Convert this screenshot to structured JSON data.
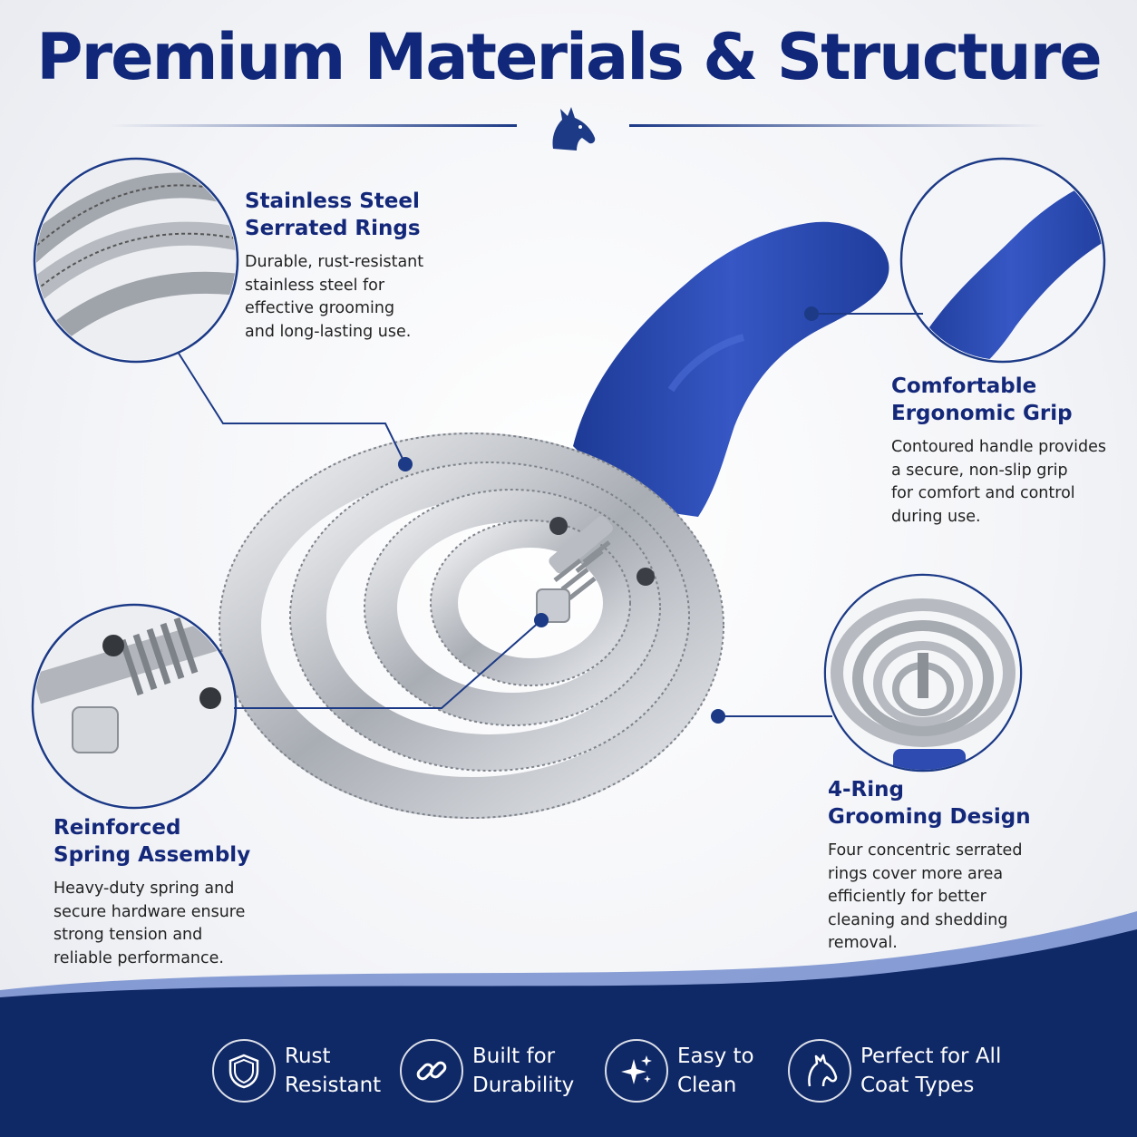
{
  "title": "Premium Materials & Structure",
  "features": {
    "steel": {
      "heading_line1": "Stainless Steel",
      "heading_line2": "Serrated Rings",
      "body": [
        "Durable, rust-resistant",
        "stainless steel for",
        "effective grooming",
        "and long-lasting use."
      ]
    },
    "grip": {
      "heading_line1": "Comfortable",
      "heading_line2": "Ergonomic Grip",
      "body": [
        "Contoured handle provides",
        "a secure, non-slip grip",
        "for comfort and control",
        "during use."
      ]
    },
    "spring": {
      "heading_line1": "Reinforced",
      "heading_line2": "Spring Assembly",
      "body": [
        "Heavy-duty spring and",
        "secure hardware ensure",
        "strong tension and",
        "reliable performance."
      ]
    },
    "rings": {
      "heading_line1": "4-Ring",
      "heading_line2": "Grooming Design",
      "body": [
        "Four concentric serrated",
        "rings cover more area",
        "efficiently for better",
        "cleaning and shedding",
        "removal."
      ]
    }
  },
  "badges": [
    {
      "icon": "shield-icon",
      "line1": "Rust",
      "line2": "Resistant"
    },
    {
      "icon": "chain-link-icon",
      "line1": "Built for",
      "line2": "Durability"
    },
    {
      "icon": "sparkle-icon",
      "line1": "Easy to",
      "line2": "Clean"
    },
    {
      "icon": "horse-head-icon",
      "line1": "Perfect for All",
      "line2": "Coat Types"
    }
  ],
  "colors": {
    "brand_navy": "#10277a",
    "handle_blue": "#2d4bb0",
    "band_navy": "#0f2866",
    "steel": "#c9ccd2"
  }
}
